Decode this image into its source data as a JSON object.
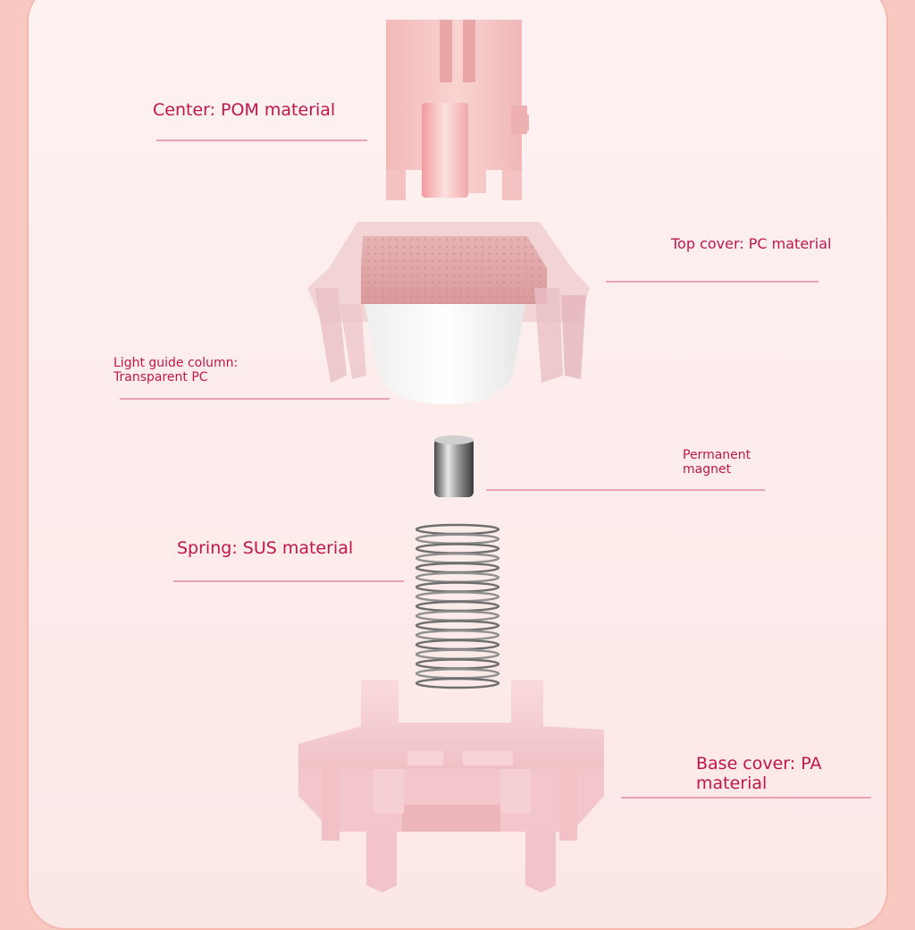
{
  "labels": {
    "center": "Center: POM material",
    "top_cover": "Top cover: PC material",
    "light_guide": "Light guide column:\nTransparent PC",
    "magnet": "Permanent\nmagnet",
    "spring": "Spring: SUS material",
    "base_cover": "Base cover: PA\nmaterial"
  },
  "colors": {
    "accent_text": "#c0174a",
    "rule": "#e9a3b3",
    "frame": "#f7c9c0",
    "pom_pink": "#f6c8c8",
    "base_pink": "#f6cfd2"
  }
}
